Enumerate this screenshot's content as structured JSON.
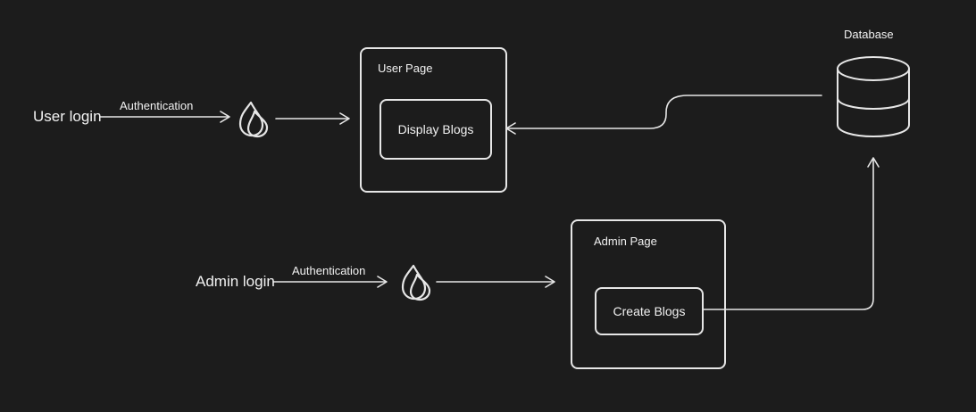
{
  "diagram": {
    "user_flow": {
      "login_label": "User login",
      "auth_label": "Authentication",
      "page_title": "User Page",
      "page_content": "Display Blogs"
    },
    "admin_flow": {
      "login_label": "Admin login",
      "auth_label": "Authentication",
      "page_title": "Admin Page",
      "page_content": "Create Blogs"
    },
    "database": {
      "label": "Database"
    },
    "icons": {
      "auth_service": "flame-icon",
      "storage": "database-icon"
    },
    "colors": {
      "background": "#1c1c1c",
      "stroke": "#e6e6e6",
      "text": "#f2f2f2"
    }
  }
}
